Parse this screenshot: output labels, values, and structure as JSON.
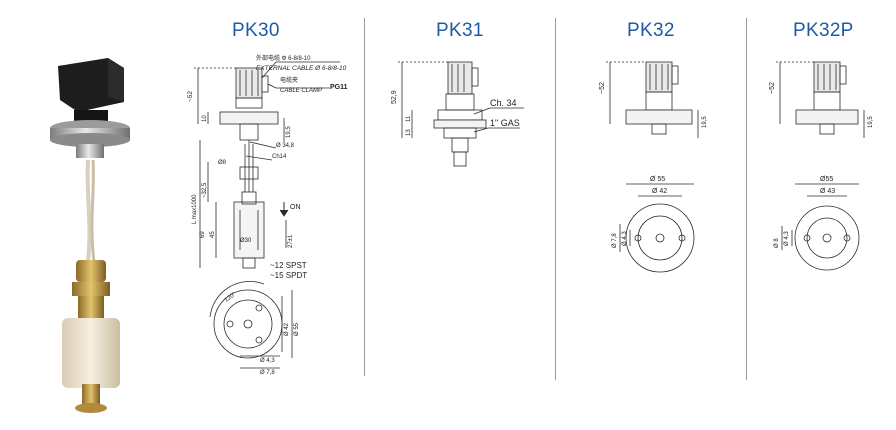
{
  "models": [
    {
      "id": "pk30",
      "title": "PK30"
    },
    {
      "id": "pk31",
      "title": "PK31"
    },
    {
      "id": "pk32",
      "title": "PK32"
    },
    {
      "id": "pk32p",
      "title": "PK32P"
    }
  ],
  "pk30": {
    "cable_cn": "外部电缆 Φ 6-8/8-10",
    "cable_en": "EXTERNAL CABLE Ø 6-8/8-10",
    "clamp_cn": "电缆夹",
    "clamp_en": "CABLE CLAMP",
    "clamp_code": "PG11",
    "dim_52": "~52",
    "dim_10": "10",
    "dim_195": "19,5",
    "dim_348": "Ø 34,8",
    "dim_8": "Ø8",
    "dim_ch14": "Ch14",
    "dim_325": "~32,5",
    "dim_lmax": "L max1000",
    "dim_45": "45",
    "dim_69": "69",
    "dim_30": "Ø30",
    "dim_27": "27±1",
    "on_label": "ON",
    "spst": "~12 SPST",
    "spdt": "~15 SPDT",
    "angle": "120°",
    "dim_42": "Ø 42",
    "dim_55": "Ø 55",
    "dim_43": "Ø 4,3",
    "dim_78": "Ø 7,8"
  },
  "pk31": {
    "dim_529": "52,9",
    "ch34": "Ch. 34",
    "dim_11": "11",
    "dim_13": "13",
    "gas": "1\" GAS"
  },
  "pk32": {
    "dim_52": "~52",
    "dim_195": "19,5",
    "dim_55": "Ø 55",
    "dim_42": "Ø 42",
    "dim_78": "Ø 7,8",
    "dim_43": "Ø 4,3"
  },
  "pk32p": {
    "dim_52": "~52",
    "dim_195": "19,5",
    "dim_55": "Ø55",
    "dim_43": "Ø 43",
    "dim_8": "Ø 8",
    "dim_43s": "Ø 4,3"
  },
  "colors": {
    "title": "#1f5aa6",
    "line": "#2b2b2b",
    "divider": "#9a9a9a",
    "red": "#c0392b"
  }
}
